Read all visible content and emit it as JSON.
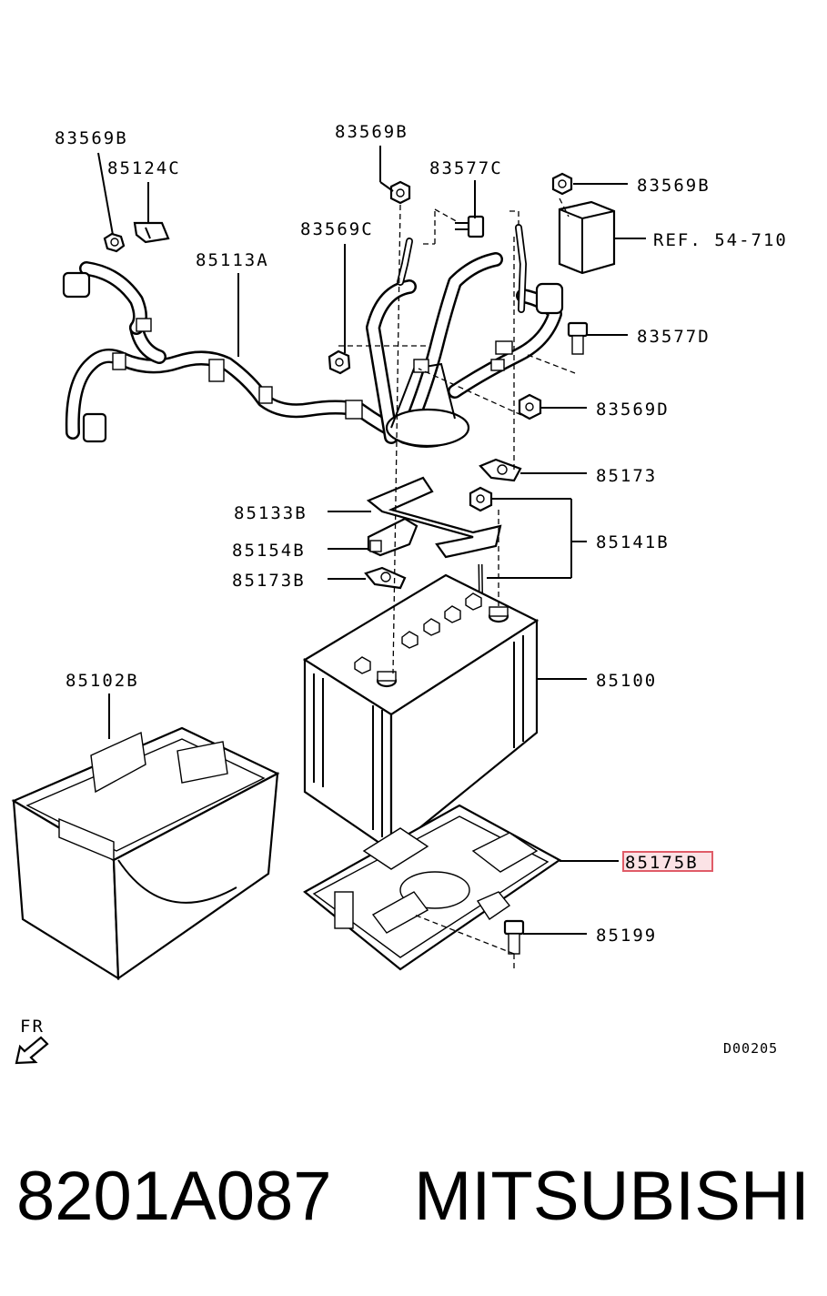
{
  "callouts": {
    "c83569B_left": "83569B",
    "c85124C": "85124C",
    "c85113A": "85113A",
    "c83569B_top": "83569B",
    "c83577C": "83577C",
    "c83569C": "83569C",
    "c83569B_right": "83569B",
    "ref": "REF. 54-710",
    "c83577D": "83577D",
    "c83569D": "83569D",
    "c85173": "85173",
    "c85133B": "85133B",
    "c85141B": "85141B",
    "c85154B": "85154B",
    "c85173B": "85173B",
    "c85100": "85100",
    "c85102B": "85102B",
    "c85175B": "85175B",
    "c85199": "85199"
  },
  "orientation_label": "FR",
  "diagram_code": "D00205",
  "part_number": "8201A087",
  "brand": "MITSUBISHI",
  "colors": {
    "highlight": "#e05c68",
    "ink": "#000000",
    "background": "#ffffff"
  }
}
